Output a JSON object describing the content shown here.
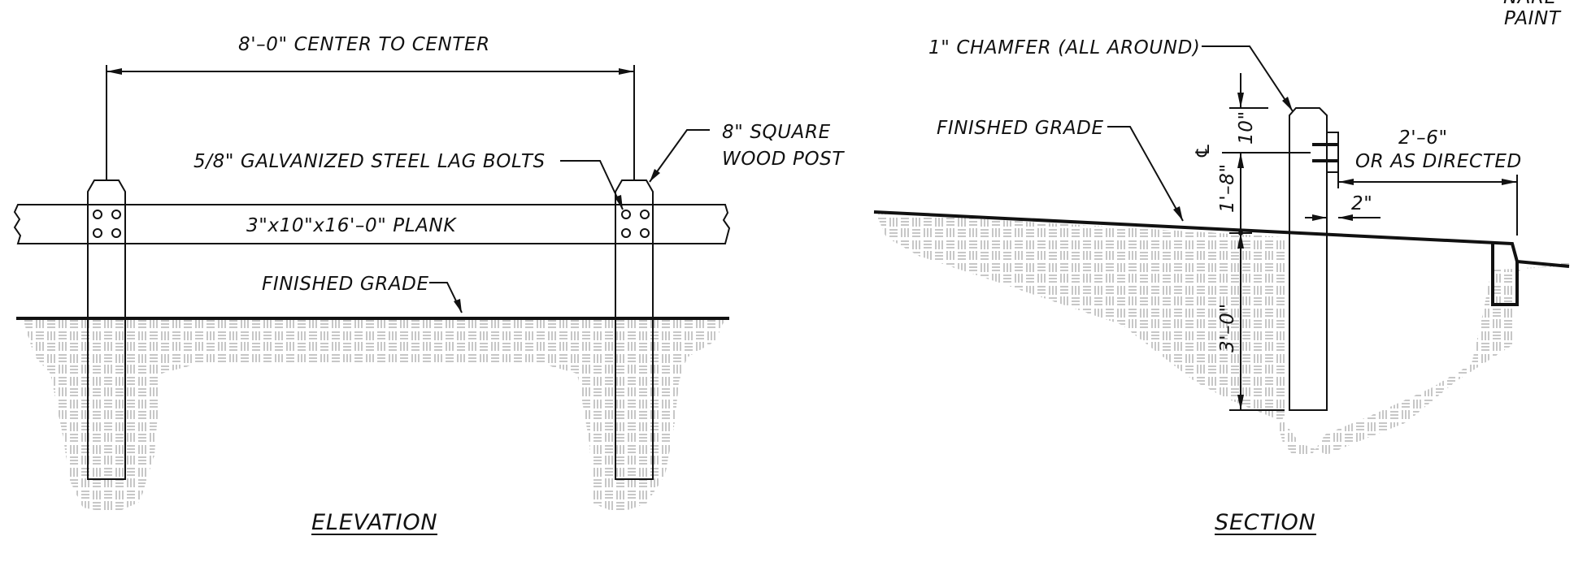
{
  "labels": {
    "spacing": "8'–0\" CENTER TO CENTER",
    "lag_bolts": "5/8\" GALVANIZED STEEL LAG BOLTS",
    "post_line1": "8\" SQUARE",
    "post_line2": "WOOD POST",
    "plank": "3\"x10\"x16'–0\" PLANK",
    "elev_grade": "FINISHED GRADE",
    "elevation_title": "ELEVATION",
    "chamfer": "1\" CHAMFER (ALL AROUND)",
    "sect_grade": "FINISHED GRADE",
    "dim_10": "10\"",
    "centerline": "℄",
    "dim_1_8": "1'–8\"",
    "dim_3_0": "3'–0\"",
    "offset_line1": "2'–6\"",
    "offset_line2": "OR AS DIRECTED",
    "dim_2": "2\"",
    "corner_line1": "NARE",
    "corner_line2": "PAINT",
    "section_title": "SECTION"
  }
}
